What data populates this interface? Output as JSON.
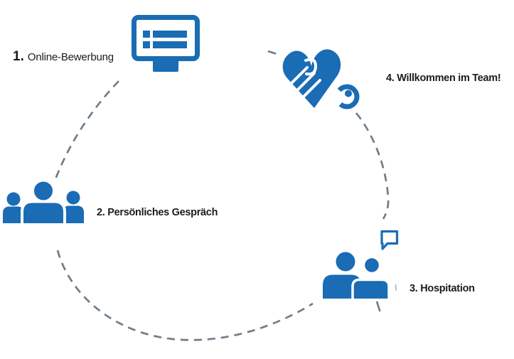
{
  "diagram": {
    "type": "circular-process",
    "language": "de",
    "colors": {
      "accent": "#1a6cb5",
      "dash": "#6f7d88",
      "ink": "#1c1c1c"
    },
    "steps": [
      {
        "number": "1.",
        "label": "Online-Bewerbung",
        "icon": "monitor-form-icon"
      },
      {
        "number": "2.",
        "label": "Persönliches Gespräch",
        "icon": "people-group-icon"
      },
      {
        "number": "3.",
        "label": "Hospitation",
        "icon": "two-people-speech-bubble-icon"
      },
      {
        "number": "4.",
        "label": "Willkommen im Team!",
        "icon": "handshake-heart-icon"
      }
    ]
  }
}
